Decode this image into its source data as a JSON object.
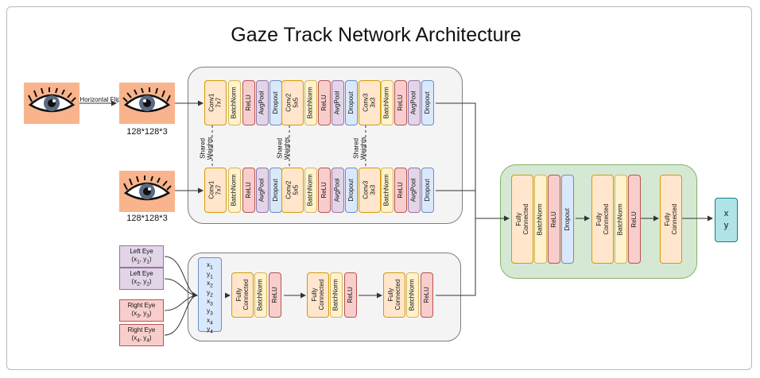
{
  "title": "Gaze Track Network Architecture",
  "flip_label": "Horizontal Flip",
  "input_size_top": "128*128*3",
  "input_size_bottom": "128*128*3",
  "conv_blocks": {
    "conv1": "Conv1\n7x7",
    "conv2": "Conv2\n5x5",
    "conv3": "Conv3\n3x3",
    "batchnorm": "BatchNorm",
    "relu": "ReLU",
    "avgpool": "AvgPool",
    "dropout": "Dropout"
  },
  "shared_weights": "Shared\nWeights",
  "landmarks": [
    {
      "name": "Left Eye",
      "coords": [
        "x",
        "1",
        "y",
        "1"
      ]
    },
    {
      "name": "Left Eye",
      "coords": [
        "x",
        "2",
        "y",
        "2"
      ]
    },
    {
      "name": "Right Eye",
      "coords": [
        "x",
        "3",
        "y",
        "3"
      ]
    },
    {
      "name": "Right Eye",
      "coords": [
        "x",
        "4",
        "y",
        "4"
      ]
    }
  ],
  "coord_vector": [
    {
      "v": "x",
      "s": "1"
    },
    {
      "v": "y",
      "s": "1"
    },
    {
      "v": "x",
      "s": "2"
    },
    {
      "v": "y",
      "s": "2"
    },
    {
      "v": "x",
      "s": "3"
    },
    {
      "v": "y",
      "s": "3"
    },
    {
      "v": "x",
      "s": "4"
    },
    {
      "v": "y",
      "s": "4"
    }
  ],
  "fc_label": "Fully\nConnected",
  "output": {
    "x": "x",
    "y": "y"
  },
  "colors": {
    "conv": "#ffe6cc",
    "batchnorm": "#fff2cc",
    "relu": "#f8cecc",
    "avgpool": "#e1d5e7",
    "dropout": "#dae8fc",
    "output": "#b0e3e6",
    "eye_background": "#f9b48d",
    "panel_gray": "#f4f4f4",
    "panel_green": "#d5e8d4"
  },
  "icons": [
    "eye-icon"
  ]
}
